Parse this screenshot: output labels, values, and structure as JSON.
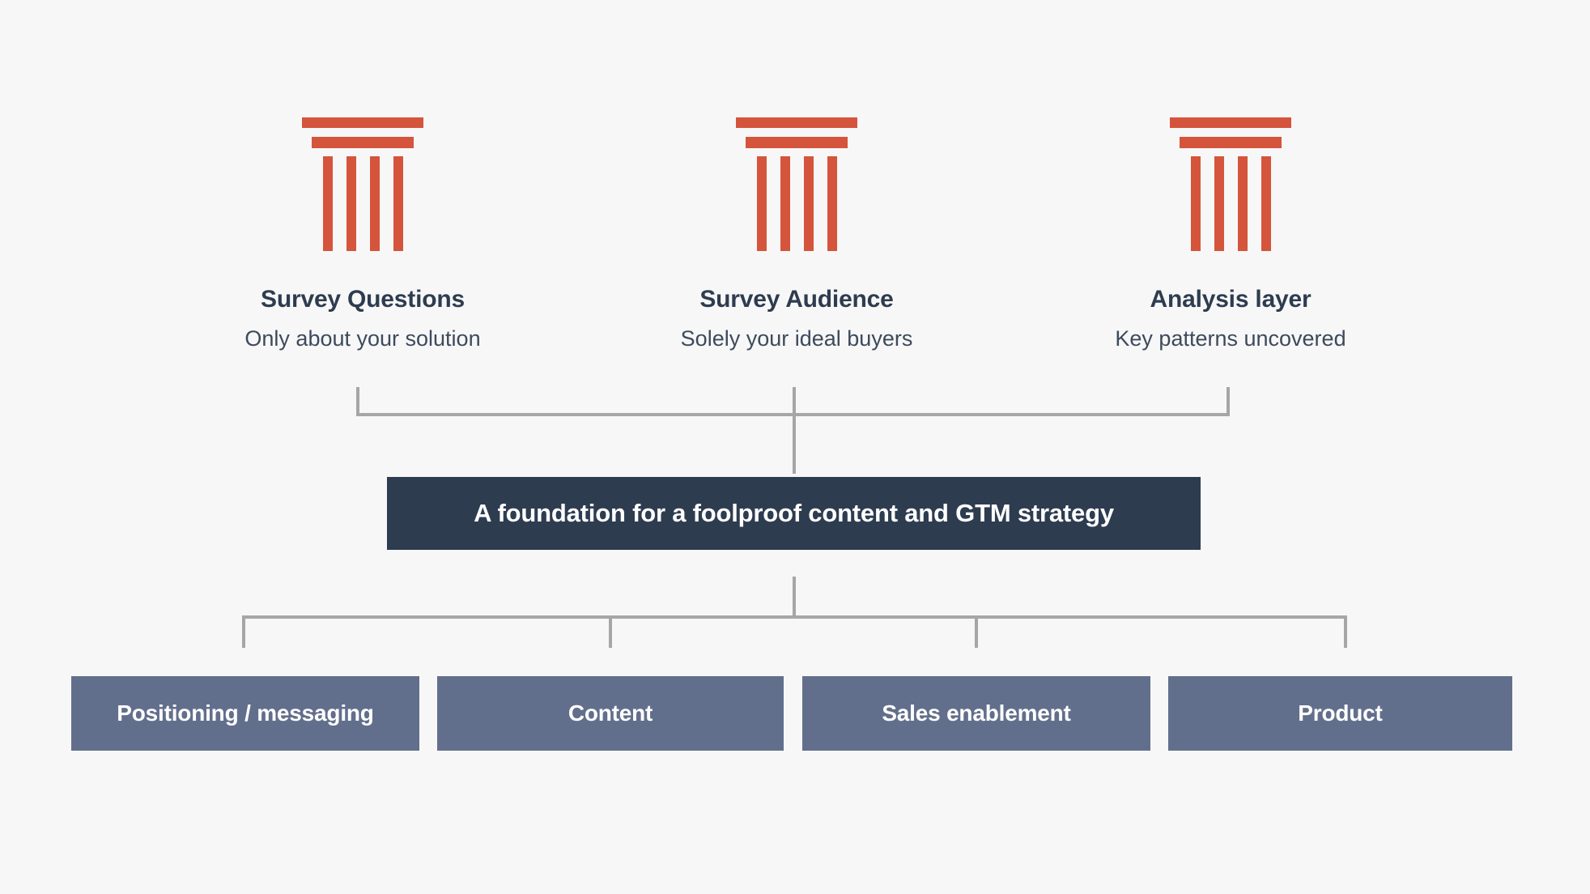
{
  "diagram": {
    "background_color": "#f7f7f7",
    "accent_color": "#d5543c",
    "dark_color": "#2e3c50",
    "box_color": "#626f8c",
    "line_color": "#a6a6a6",
    "pillars": [
      {
        "icon": "pillar-icon",
        "title": "Survey Questions",
        "subtitle": "Only about your solution"
      },
      {
        "icon": "pillar-icon",
        "title": "Survey Audience",
        "subtitle": "Solely your ideal buyers"
      },
      {
        "icon": "pillar-icon",
        "title": "Analysis layer",
        "subtitle": "Key patterns uncovered"
      }
    ],
    "foundation": {
      "label": "A foundation for a foolproof content and GTM strategy"
    },
    "outcomes": [
      {
        "label": "Positioning / messaging"
      },
      {
        "label": "Content"
      },
      {
        "label": "Sales enablement"
      },
      {
        "label": "Product"
      }
    ]
  }
}
